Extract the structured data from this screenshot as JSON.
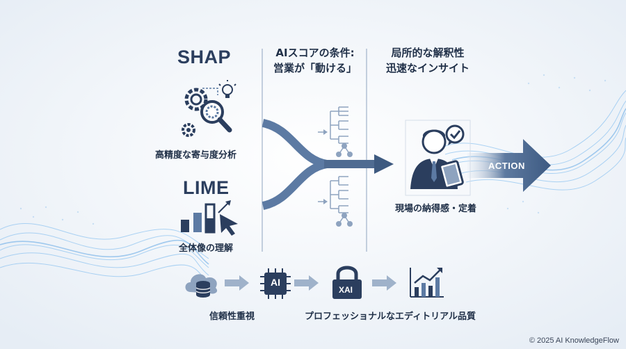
{
  "left": {
    "shap_title": "SHAP",
    "shap_caption": "高精度な寄与度分析",
    "lime_title": "LIME",
    "lime_caption": "全体像の理解"
  },
  "middle": {
    "heading_line1": "AIスコアの条件:",
    "heading_line2": "営業が「動ける」"
  },
  "right": {
    "heading_line1": "局所的な解釈性",
    "heading_line2": "迅速なインサイト",
    "caption": "現場の納得感・定着",
    "action_label": "ACTION"
  },
  "bottom": {
    "caption_left": "信頼性重視",
    "caption_right": "プロフェッショナルなエディトリアル品質",
    "chip_label": "AI",
    "lock_label": "XAI"
  },
  "footer": {
    "copyright": "© 2025 AI KnowledgeFlow"
  },
  "colors": {
    "navy": "#2b3e5e",
    "steel": "#4f6b91",
    "light_steel": "#8ea3bf",
    "wave": "#5aa7e6",
    "background": "#f3f6fa"
  },
  "icons": [
    "gear-icon",
    "magnifier-icon",
    "lightbulb-icon",
    "bar-chart-icon",
    "cursor-icon",
    "tree-icon",
    "businessman-icon",
    "check-badge-icon",
    "tablet-icon",
    "cloud-database-icon",
    "ai-chip-icon",
    "lock-icon",
    "growth-chart-icon"
  ]
}
